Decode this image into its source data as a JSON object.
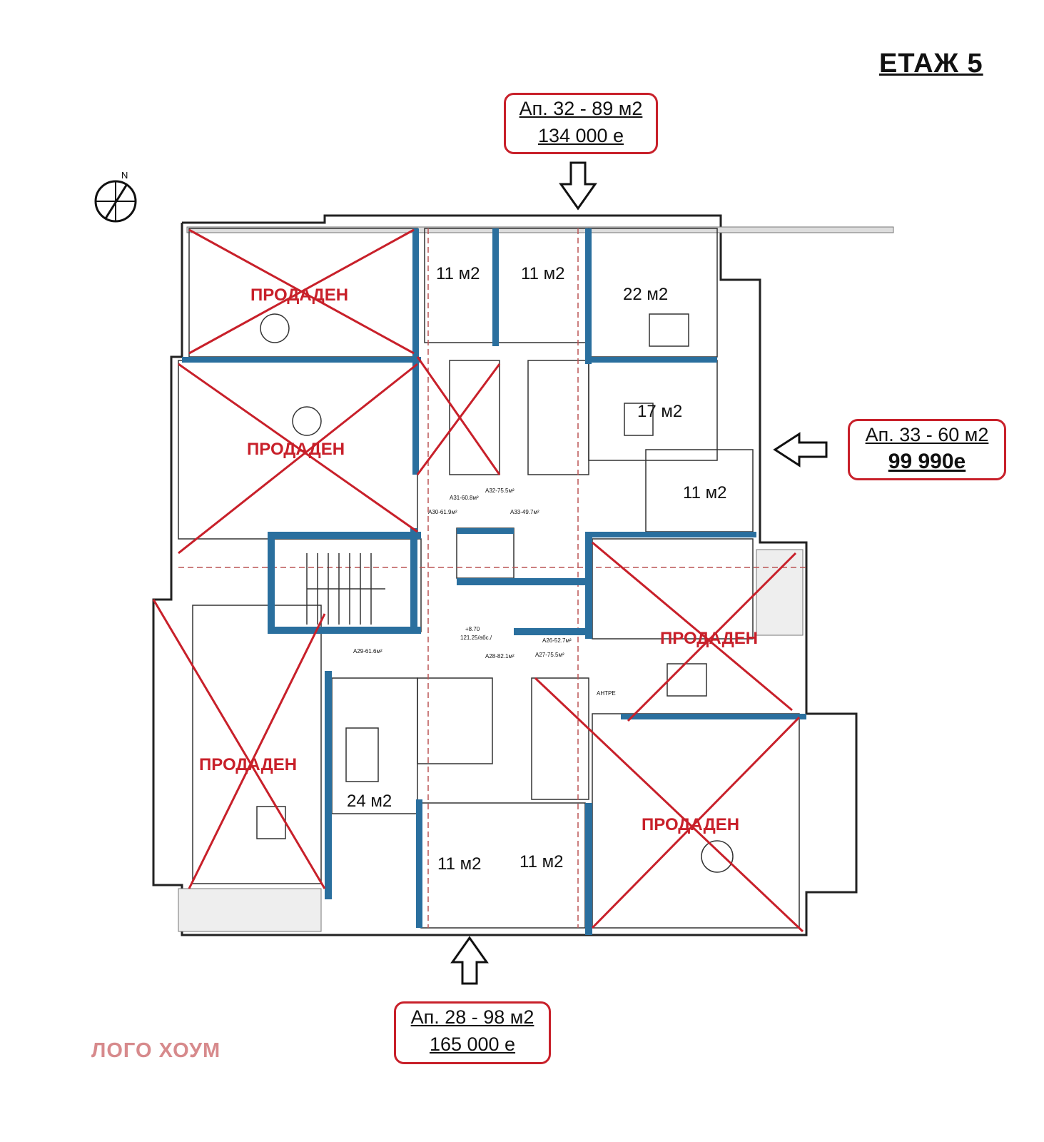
{
  "floor_title": "ЕТАЖ 5",
  "compass_letter": "N",
  "logo_text": "ЛОГО ХОУМ",
  "callouts": {
    "ap32": {
      "line1": "Ап. 32 - 89 м2",
      "line2": "134 000 е"
    },
    "ap33": {
      "line1": "Ап. 33 - 60 м2",
      "line2": "99 990е"
    },
    "ap28": {
      "line1": "Ап. 28 - 98 м2",
      "line2": "165 000 е"
    }
  },
  "sold_label": "ПРОДАДЕН",
  "room_areas": {
    "r1": "11 м2",
    "r2": "11 м2",
    "r3": "22 м2",
    "r4": "17 м2",
    "r5": "11 м2",
    "r6": "24 м2",
    "r7": "11 м2",
    "r8": "11 м2"
  },
  "small_labels": {
    "a31": "A31-60.8м²",
    "a32": "A32-75.5м²",
    "a30": "A30-61.9м²",
    "a33": "A33-49.7м²",
    "a29": "A29-61.6м²",
    "a28": "A28-82.1м²",
    "a27": "A27-75.5м²",
    "a26": "A26-52.7м²",
    "level1": "+8.70",
    "level2": "121.25/абс./",
    "antre": "АНТРЕ"
  },
  "colors": {
    "accent_red": "#c8202a",
    "wall_blue": "#2a6f9e",
    "wall_dark": "#222222",
    "logo_pink": "#d78a8c"
  }
}
